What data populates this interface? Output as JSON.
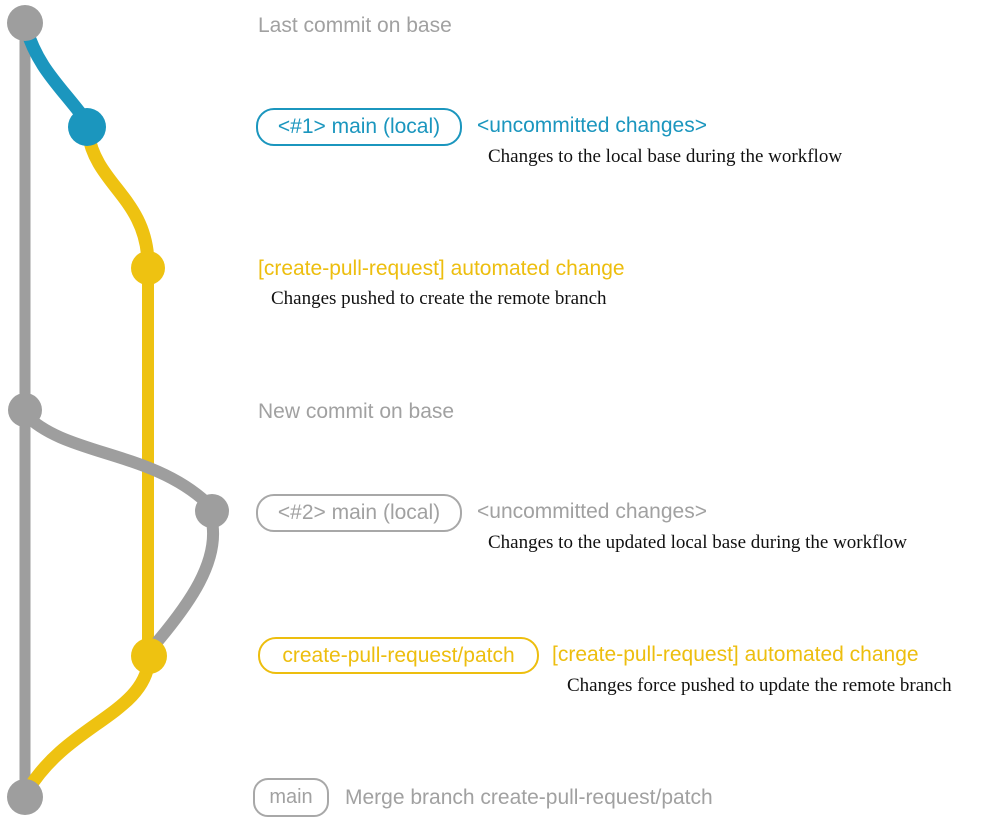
{
  "colors": {
    "graph_gray": "#9e9e9e",
    "graph_blue": "#1b96be",
    "graph_yellow": "#eec211",
    "text_gray": "#a1a1a1",
    "text_black": "#111111"
  },
  "graph": {
    "branches": [
      {
        "name": "base-branch",
        "color_key": "graph_gray"
      },
      {
        "name": "local-main-branch",
        "color_key": "graph_blue"
      },
      {
        "name": "create-pull-request-patch-branch",
        "color_key": "graph_yellow"
      }
    ],
    "commit_nodes": [
      {
        "name": "last-commit-on-base",
        "color_key": "graph_gray"
      },
      {
        "name": "uncommitted-changes-1",
        "color_key": "graph_blue"
      },
      {
        "name": "automated-change-commit-1",
        "color_key": "graph_yellow"
      },
      {
        "name": "new-commit-on-base",
        "color_key": "graph_gray"
      },
      {
        "name": "uncommitted-changes-2",
        "color_key": "graph_gray"
      },
      {
        "name": "automated-change-commit-2",
        "color_key": "graph_yellow"
      },
      {
        "name": "merge-commit",
        "color_key": "graph_gray"
      }
    ]
  },
  "annotations": {
    "last_commit": "Last commit on base",
    "row1": {
      "badge": "<#1> main (local)",
      "title": "<uncommitted changes>",
      "description": "Changes to the local base during the workflow"
    },
    "row2": {
      "title": "[create-pull-request] automated change",
      "description": "Changes pushed to create the remote branch"
    },
    "new_commit": "New commit on base",
    "row3": {
      "badge": "<#2> main (local)",
      "title": "<uncommitted changes>",
      "description": "Changes to the updated local base during the workflow"
    },
    "row4": {
      "badge": "create-pull-request/patch",
      "title": "[create-pull-request] automated change",
      "description": "Changes force pushed to update the remote branch"
    },
    "row5": {
      "badge": "main",
      "title": "Merge branch create-pull-request/patch"
    }
  }
}
